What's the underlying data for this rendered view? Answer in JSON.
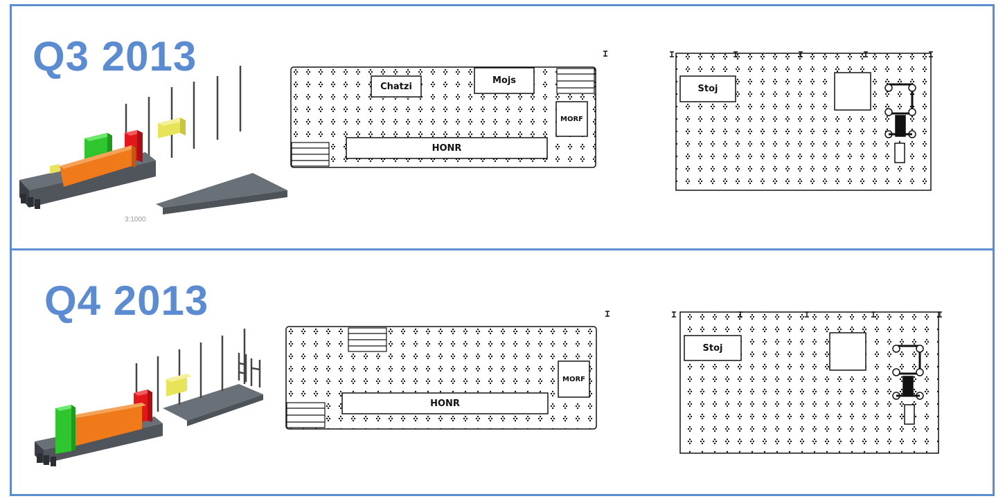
{
  "panels": [
    {
      "quarter": "Q3 2013",
      "scale": "3:1000",
      "labels": {
        "chatzi": "Chatzi",
        "mojs": "Mojs",
        "morf": "MORF",
        "honr": "HONR",
        "stoj": "Stoj"
      }
    },
    {
      "quarter": "Q4 2013",
      "labels": {
        "morf": "MORF",
        "honr": "HONR",
        "stoj": "Stoj"
      }
    }
  ],
  "colors": {
    "accent": "#5b8bd0",
    "orange": "#f07a1a",
    "green": "#2ec52e",
    "red": "#e3161b",
    "yellow": "#f2ee6a",
    "gray": "#5f646c"
  }
}
